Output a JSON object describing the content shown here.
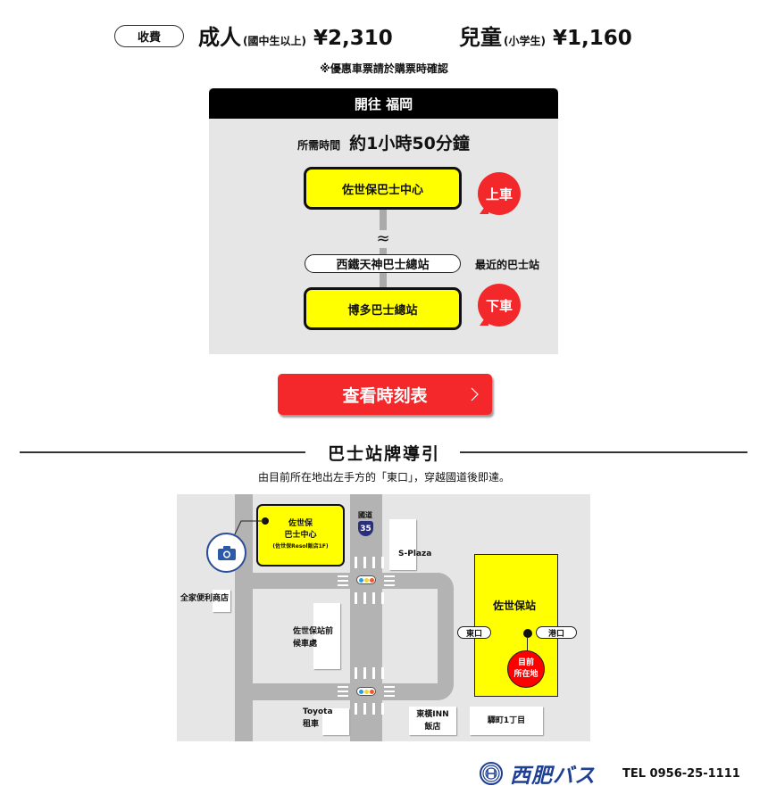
{
  "fare": {
    "badge": "收費",
    "adult": {
      "label": "成人",
      "note": "(國中生以上)",
      "price": "¥2,310"
    },
    "child": {
      "label": "兒童",
      "note": "(小学生)",
      "price": "¥1,160"
    },
    "discount_note": "※優惠車票請於購票時確認"
  },
  "route": {
    "header": "開往 福岡",
    "duration_label": "所需時間",
    "duration_value": "約1小時50分鐘",
    "boarding_stop": "佐世保巴士中心",
    "boarding_badge": "上車",
    "tilde": "≈",
    "nearest_stop": "西鐵天神巴士總站",
    "nearest_label": "最近的巴士站",
    "alighting_stop": "博多巴士總站",
    "alighting_badge": "下車",
    "colors": {
      "stop_fill": "#ffff00",
      "badge": "#f2282b",
      "header": "#000000",
      "panel": "#e6e6e6"
    }
  },
  "timetable_button": {
    "label": "查看時刻表",
    "color": "#f4282b"
  },
  "guide": {
    "title": "巴士站牌導引",
    "subtitle": "由目前所在地出左手方的「東口」，穿越國道後即達。"
  },
  "map": {
    "bus_center": {
      "line1": "佐世保",
      "line2": "巴士中心",
      "line3": "(佐世保Resol飯店1F)"
    },
    "route_label": "國道",
    "route_number": "35",
    "s_plaza": "S-Plaza",
    "familymart": "全家便利商店",
    "waiting_area": {
      "line1": "佐世保站前",
      "line2": "候車處"
    },
    "station": "佐世保站",
    "east_exit": "東口",
    "harbor_exit": "港口",
    "current_location": {
      "line1": "目前",
      "line2": "所在地"
    },
    "toyota": {
      "line1": "Toyota",
      "line2": "租車"
    },
    "toyoko": {
      "line1": "東橫INN",
      "line2": "飯店"
    },
    "ekimae": "驛町1丁目",
    "camera_icon": "camera-icon"
  },
  "footer": {
    "logo": "西肥バス",
    "tel": "TEL 0956-25-1111",
    "brand_color": "#1e3f94"
  }
}
